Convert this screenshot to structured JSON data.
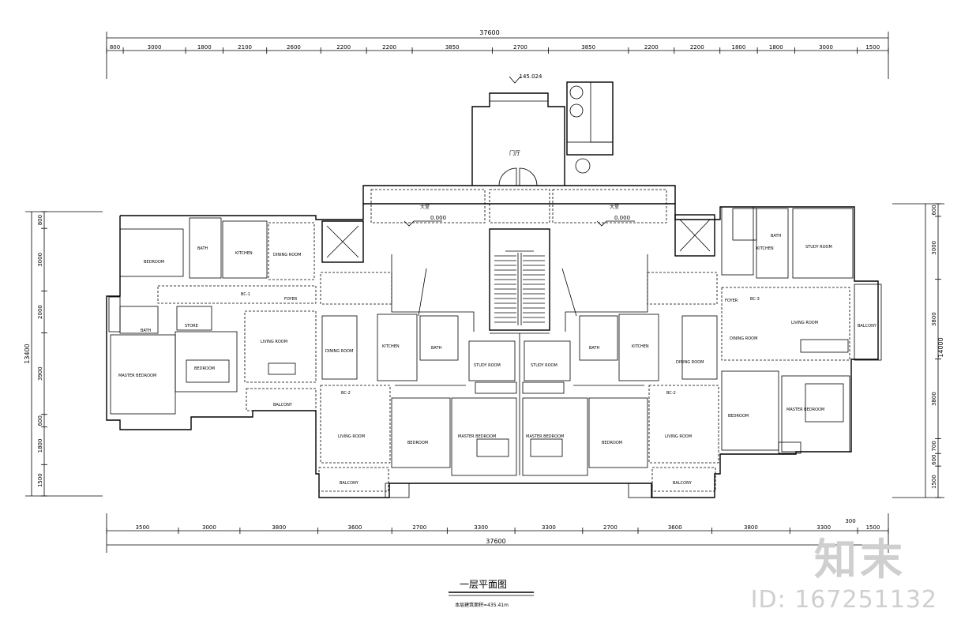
{
  "drawing": {
    "title": "一层平面图",
    "subtitle": "本层建筑面积=435.41m",
    "level_mark_top": "145.024",
    "dims": {
      "top_total": "37600",
      "bottom_total": "37600",
      "top_segments": [
        "800",
        "3000",
        "1800",
        "2100",
        "2600",
        "2200",
        "2200",
        "3850",
        "2700",
        "3850",
        "2200",
        "2200",
        "1800",
        "1800",
        "3000",
        "1500"
      ],
      "bottom_segments": [
        "3500",
        "3000",
        "3800",
        "3600",
        "2700",
        "3300",
        "3300",
        "2700",
        "3600",
        "3800",
        "3300",
        "1500"
      ],
      "bottom_extra": "300",
      "left_total": "13400",
      "left_segments": [
        "800",
        "3000",
        "2000",
        "3900",
        "600",
        "1800",
        "1500"
      ],
      "right_total": "14000",
      "right_segments": [
        "600",
        "3000",
        "3800",
        "3800",
        "700",
        "600",
        "1500"
      ]
    },
    "labels": {
      "entrance": "门厅",
      "hall_left": "大堂",
      "hall_right": "大堂",
      "elev_left": "0.000",
      "elev_right": "0.000",
      "bedroom": "BEDROOM",
      "kitchen": "KITCHEN",
      "dining_room": "DINING ROOM",
      "bath": "BATH",
      "store": "STORE",
      "foyer": "FOYER",
      "living_room": "LIVING ROOM",
      "master_bedroom": "MASTER BEDROOM",
      "balcony": "BALCONY",
      "study_room": "STUDY ROOM",
      "unit_bc1": "BC-1",
      "unit_bc2": "BC-2",
      "unit_bc3": "BC-3"
    }
  },
  "watermark": {
    "logo": "知末",
    "id": "ID: 167251132"
  }
}
